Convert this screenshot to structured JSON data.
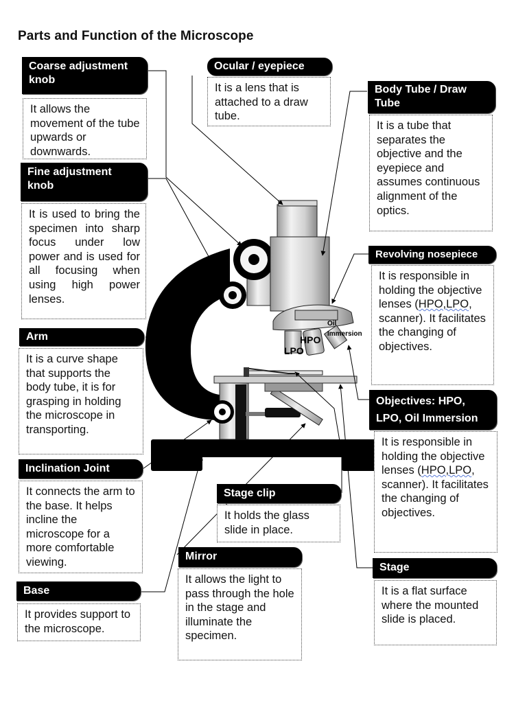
{
  "title": "Parts and Function of the Microscope",
  "parts": {
    "coarse": {
      "label": "Coarse adjustment knob",
      "desc": "It allows the movement of the tube upwards or downwards."
    },
    "ocular": {
      "label": "Ocular / eyepiece",
      "desc": "It is a lens that is attached to a draw tube."
    },
    "body_tube": {
      "label": "Body Tube / Draw Tube",
      "desc": "It is a tube that separates the objective and the eyepiece and assumes continuous alignment of the optics."
    },
    "fine": {
      "label": "Fine adjustment knob",
      "desc": "It is used to bring the specimen into sharp focus under low power and is used for all focusing when using high power lenses."
    },
    "nosepiece": {
      "label": "Revolving nosepiece",
      "desc_before": "It is responsible in holding the objective lenses (",
      "desc_underlined": "HPO,LPO",
      "desc_after": ", scanner). It facilitates the changing of objectives."
    },
    "arm": {
      "label": "Arm",
      "desc": "It is a curve shape that supports the body tube, it is for grasping in holding the microscope in transporting."
    },
    "objectives": {
      "label": "Objectives: HPO, LPO, Oil Immersion",
      "desc_before": "It is responsible in holding the objective lenses (",
      "desc_underlined": "HPO,LPO",
      "desc_after": ", scanner). It facilitates the changing of objectives."
    },
    "inclination": {
      "label": "Inclination Joint",
      "desc": "It connects the arm to the base. It helps incline the microscope for a more comfortable viewing."
    },
    "stage_clip": {
      "label": "Stage clip",
      "desc": "It holds the glass slide in place."
    },
    "mirror": {
      "label": "Mirror",
      "desc": "It allows the light to pass through the hole in the stage and illuminate the specimen."
    },
    "stage": {
      "label": "Stage",
      "desc": "It is a flat surface where the mounted slide is placed."
    },
    "base": {
      "label": "Base",
      "desc": "It provides support to the microscope."
    }
  },
  "lens_labels": {
    "hpo": "HPO",
    "lpo": "LPO",
    "oil_line1": "Oil",
    "oil_line2": "Immersion"
  }
}
